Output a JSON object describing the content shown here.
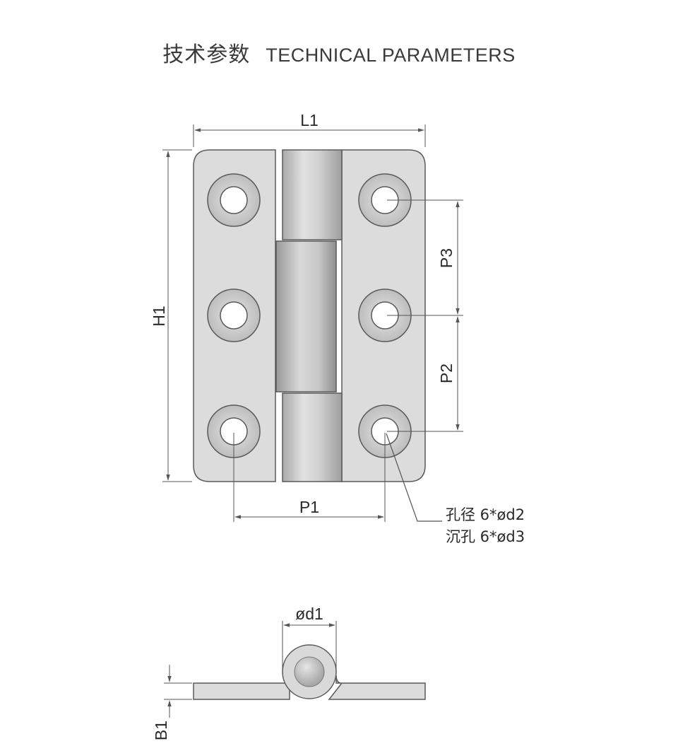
{
  "header": {
    "title_zh": "技术参数",
    "title_en": "TECHNICAL PARAMETERS"
  },
  "front_view": {
    "dimensions": {
      "l1": "L1",
      "h1": "H1",
      "p1": "P1",
      "p2": "P2",
      "p3": "P3"
    },
    "callout": {
      "hole_diameter": "孔径 6*ød2",
      "countersink": "沉孔 6*ød3"
    }
  },
  "side_view": {
    "dimensions": {
      "d1": "ød1",
      "b1": "B1"
    }
  },
  "colors": {
    "plate_fill": "#dcdcdc",
    "outline": "#5a5a5a",
    "dim_line": "#555555"
  }
}
